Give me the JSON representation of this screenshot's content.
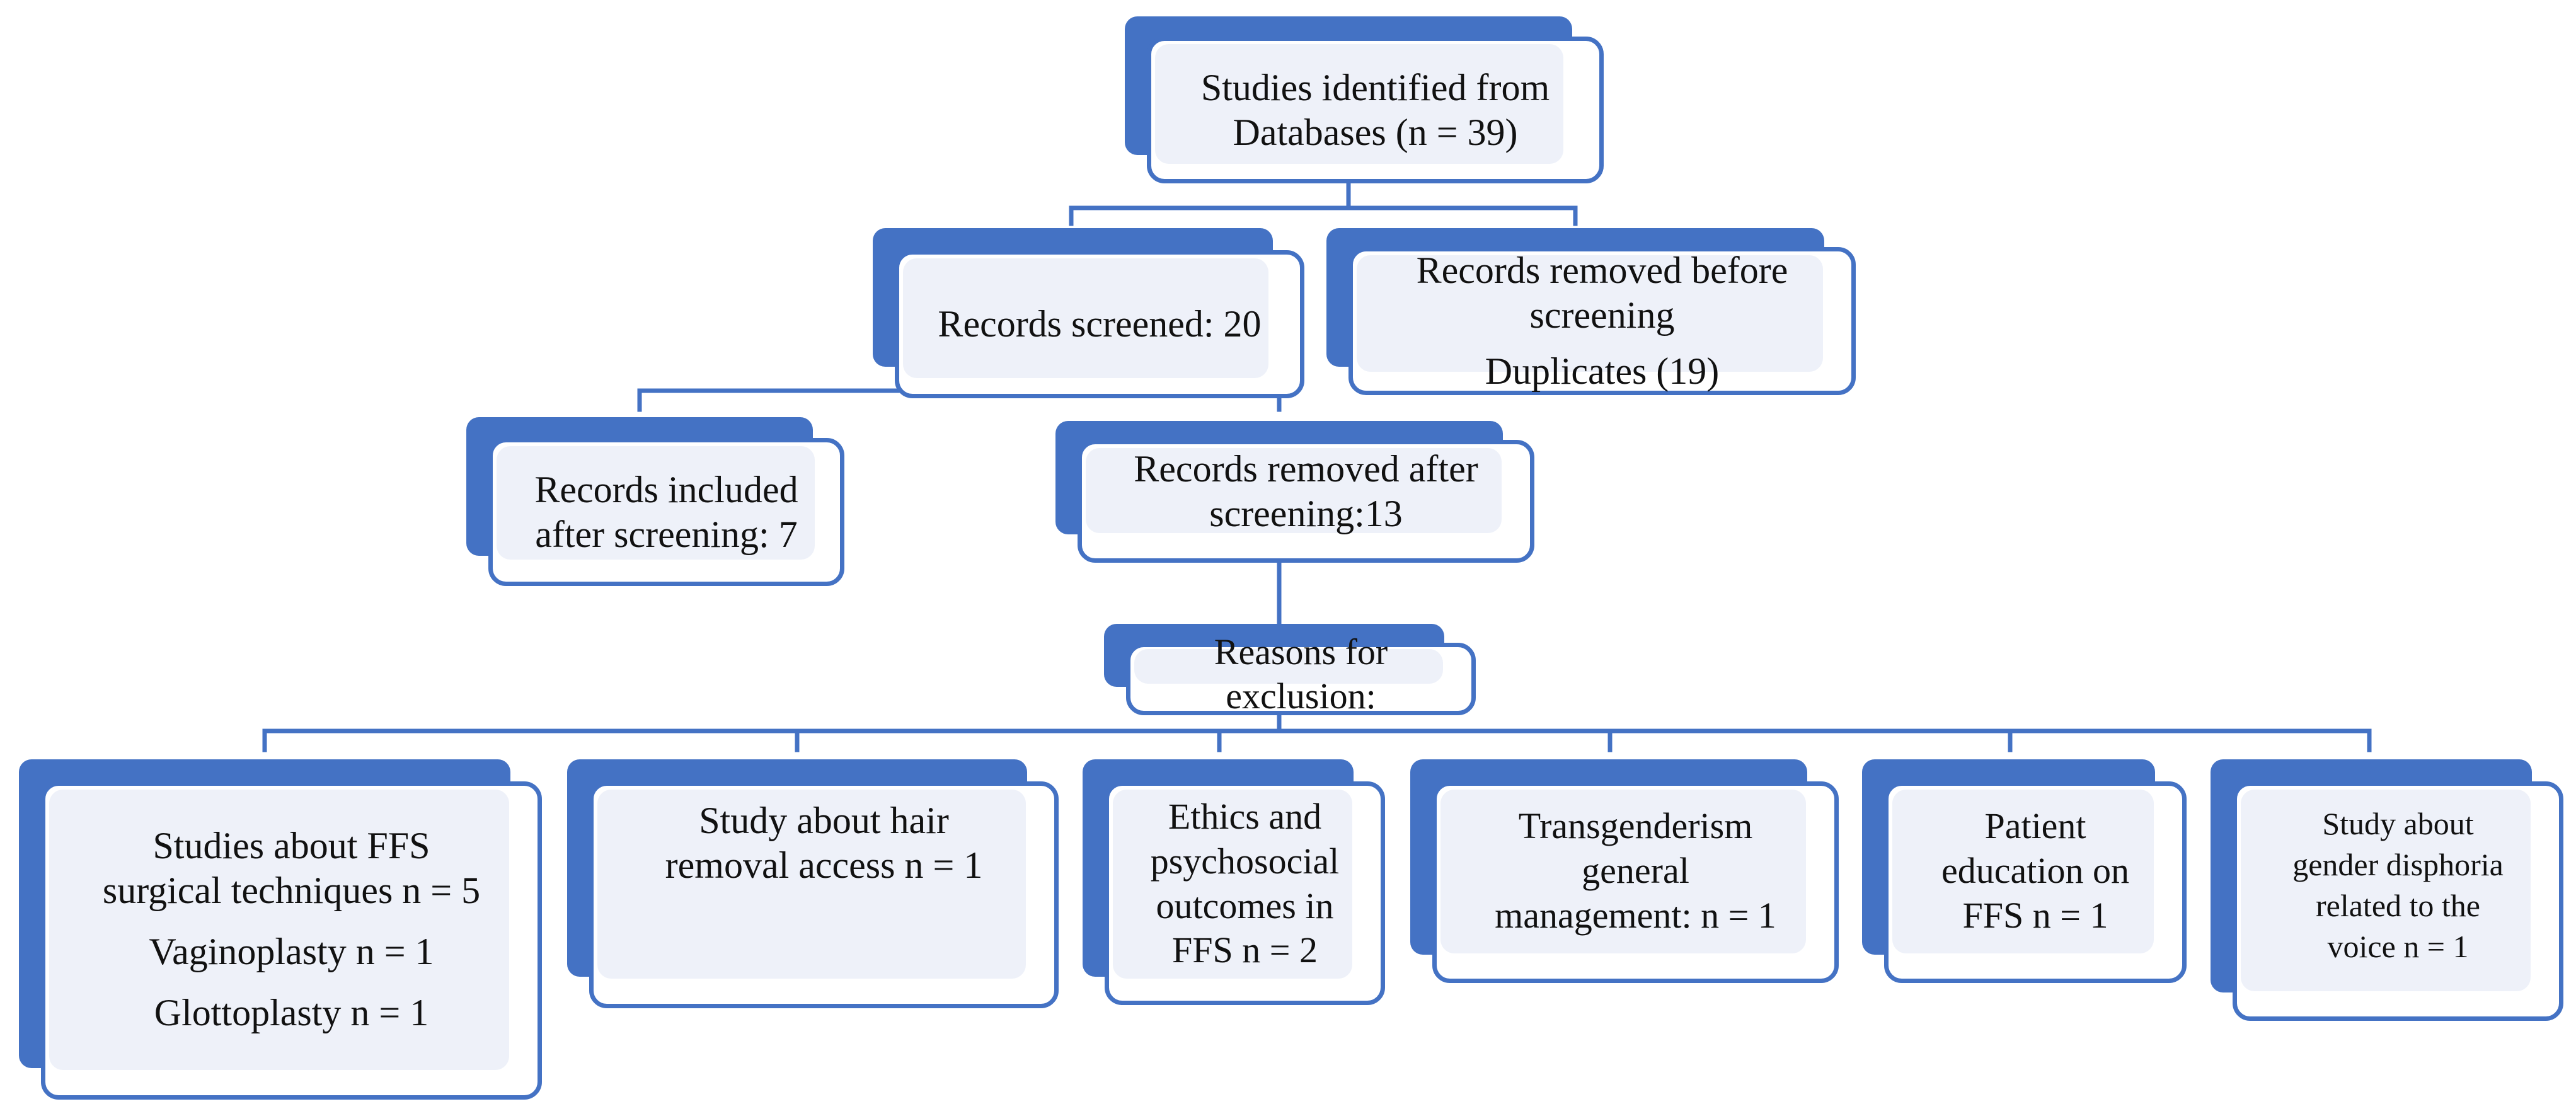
{
  "colors": {
    "accent": "#4472c4",
    "inner_fill": "#eef1f9"
  },
  "nodes": {
    "identified": {
      "lines": [
        "Studies identified from",
        "Databases (n = 39)"
      ]
    },
    "screened": {
      "lines": [
        "Records screened: 20"
      ]
    },
    "removed_before": {
      "lines": [
        "Records removed before",
        "screening",
        "Duplicates (19)"
      ]
    },
    "included": {
      "lines": [
        "Records included",
        "after screening: 7"
      ]
    },
    "removed_after": {
      "lines": [
        "Records removed after",
        "screening:13"
      ]
    },
    "reasons": {
      "lines": [
        "Reasons for",
        "exclusion:"
      ]
    },
    "ffs_techniques": {
      "lines": [
        "Studies about FFS",
        "surgical techniques n = 5",
        "Vaginoplasty n = 1",
        "Glottoplasty n = 1"
      ]
    },
    "hair_removal": {
      "lines": [
        "Study about hair",
        "removal access  n = 1"
      ]
    },
    "ethics": {
      "lines": [
        "Ethics and",
        "psychosocial",
        "outcomes in",
        "FFS n = 2"
      ]
    },
    "transgenderism": {
      "lines": [
        "Transgenderism",
        "general",
        "management: n = 1"
      ]
    },
    "patient_education": {
      "lines": [
        "Patient",
        "education on",
        "FFS n = 1"
      ]
    },
    "voice": {
      "lines": [
        "Study about",
        "gender disphoria",
        "related to the",
        "voice n = 1"
      ]
    }
  }
}
